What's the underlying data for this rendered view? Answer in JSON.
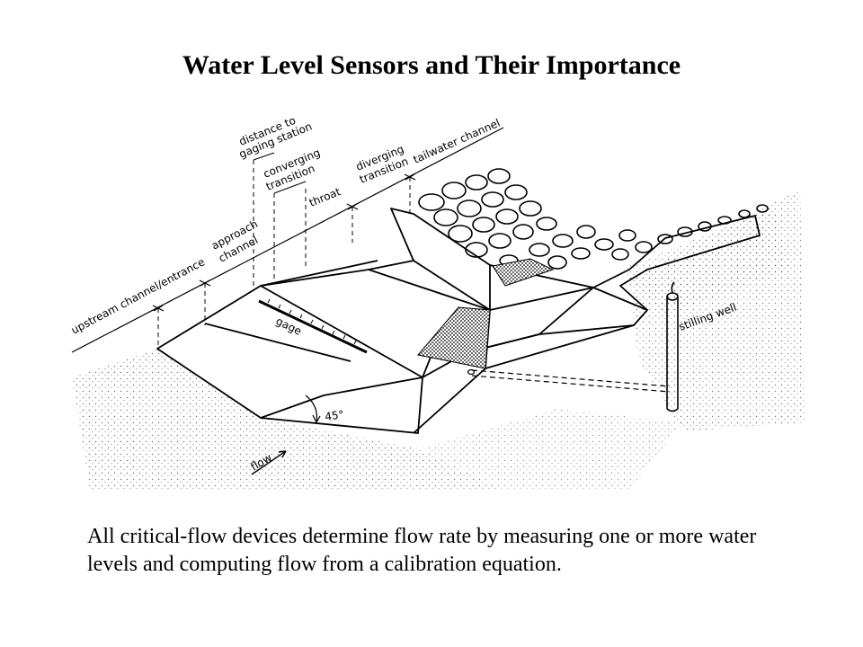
{
  "slide": {
    "title": "Water Level Sensors and Their Importance",
    "caption": "All critical-flow devices determine flow rate by measuring one or more water levels and computing flow from a calibration equation."
  },
  "diagram": {
    "labels": {
      "upstream": "upstream channel/entrance",
      "approach_1": "approach",
      "approach_2": "channel",
      "distance_1": "distance to",
      "distance_2": "gaging station",
      "converging_1": "converging",
      "converging_2": "transition",
      "throat": "throat",
      "diverging_1": "diverging",
      "diverging_2": "transition",
      "tailwater": "tailwater channel",
      "gage": "gage",
      "angle": "45°",
      "stilling_well": "stilling well",
      "flow": "flow"
    }
  }
}
